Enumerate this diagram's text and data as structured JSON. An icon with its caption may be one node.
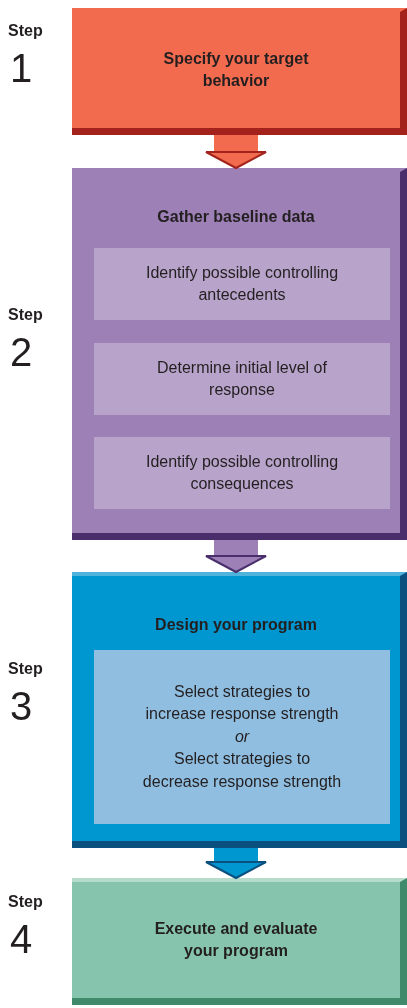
{
  "diagram": {
    "nodes": [
      {
        "text": [
          "Specify your target behavior"
        ],
        "beside": [
          "Step",
          "1"
        ]
      },
      {
        "text": [
          "Gather baseline data"
        ],
        "beside": [
          "Step",
          "2"
        ]
      },
      {
        "text": [
          "Identify possible controlling antecedents"
        ],
        "in": 1
      },
      {
        "text": [
          "Determine initial level of response"
        ],
        "in": 1
      },
      {
        "text": [
          "Identify possible controlling consequences"
        ],
        "in": 1
      },
      {
        "text": [
          "Design your program"
        ],
        "beside": [
          "Step",
          "3"
        ]
      },
      {
        "text": [
          "Select strategies to increase response strength",
          "or",
          "Select strategies to decrease response strength"
        ],
        "in": 5
      },
      {
        "text": [
          "Execute and evaluate your program"
        ],
        "beside": [
          "Step",
          "4"
        ]
      }
    ],
    "edges": [
      {
        "from": 0,
        "to": 1,
        "arrow": "to",
        "color": "#f26b4f"
      },
      {
        "from": 1,
        "to": 5,
        "arrow": "to",
        "color": "#9d80b6"
      },
      {
        "from": 5,
        "to": 7,
        "arrow": "to",
        "color": "#0096cf"
      }
    ]
  }
}
